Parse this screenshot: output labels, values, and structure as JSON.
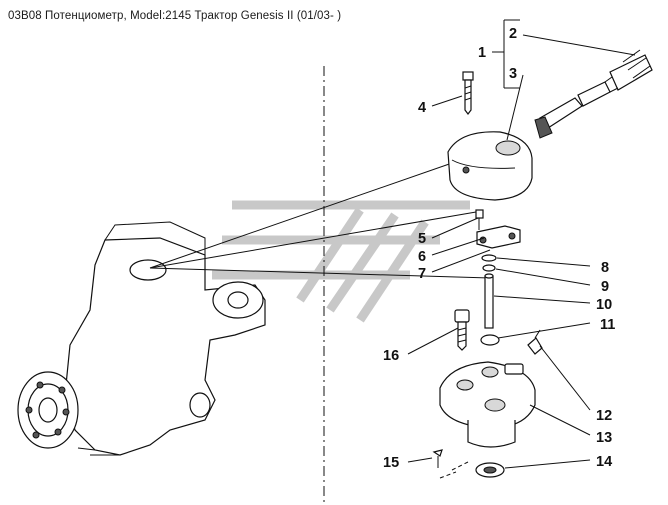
{
  "title": "03B08 Потенциометр, Model:2145 Трактор Genesis II (01/03- )",
  "callouts": [
    {
      "id": "1",
      "label": "1"
    },
    {
      "id": "2",
      "label": "2"
    },
    {
      "id": "3",
      "label": "3"
    },
    {
      "id": "4",
      "label": "4"
    },
    {
      "id": "5",
      "label": "5"
    },
    {
      "id": "6",
      "label": "6"
    },
    {
      "id": "7",
      "label": "7"
    },
    {
      "id": "8",
      "label": "8"
    },
    {
      "id": "9",
      "label": "9"
    },
    {
      "id": "10",
      "label": "10"
    },
    {
      "id": "11",
      "label": "11"
    },
    {
      "id": "12",
      "label": "12"
    },
    {
      "id": "13",
      "label": "13"
    },
    {
      "id": "14",
      "label": "14"
    },
    {
      "id": "15",
      "label": "15"
    },
    {
      "id": "16",
      "label": "16"
    }
  ],
  "watermark_icon": "brand-logo-icon"
}
